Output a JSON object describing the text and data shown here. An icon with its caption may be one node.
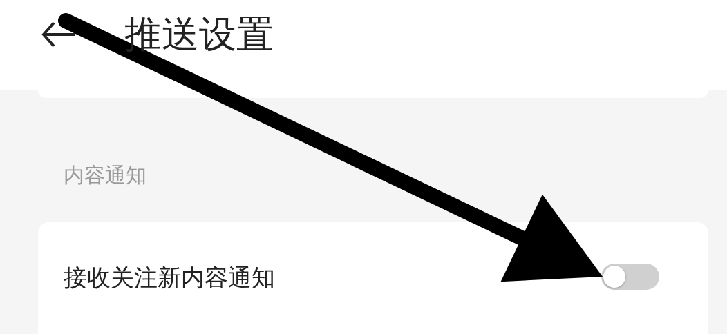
{
  "diagram": {
    "title": "推送设置",
    "nodes": [
      {
        "text": [],
        "shape": "box"
      },
      {
        "text": [
          "接收关注新内容通知"
        ]
      },
      {
        "text": [],
        "shape": "toggle",
        "in": 1
      }
    ],
    "edges": [
      {
        "from": null,
        "to": 2,
        "arrow": "to"
      }
    ],
    "labels": [
      "内容通知"
    ]
  }
}
